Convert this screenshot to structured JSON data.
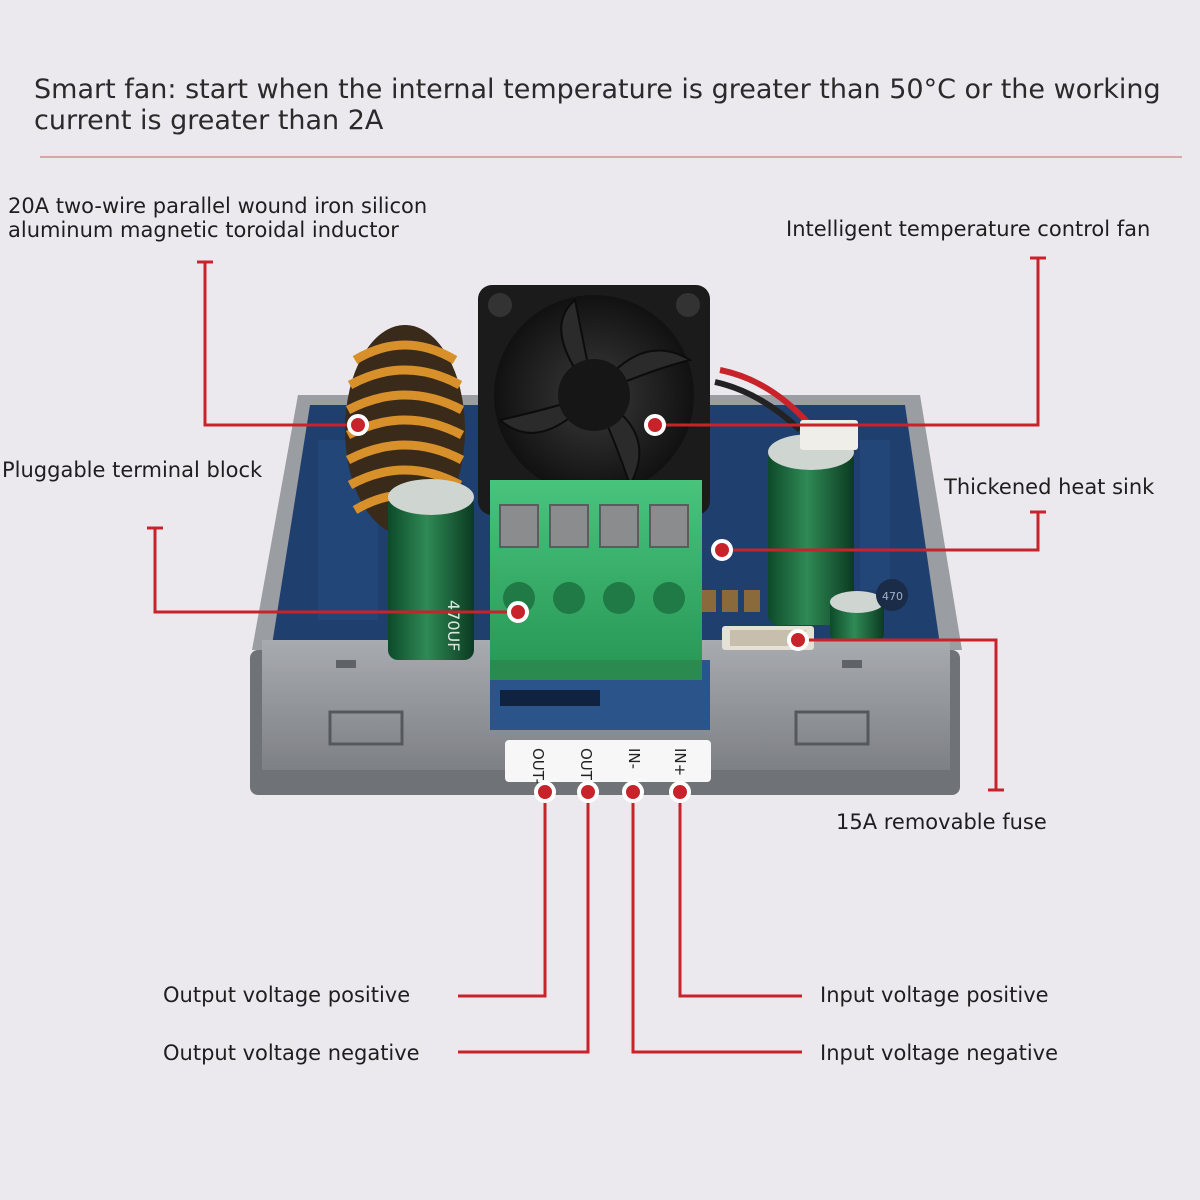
{
  "header": {
    "smart_fan_note": "Smart fan: start when the internal temperature is greater than 50°C or the working current is greater than 2A"
  },
  "callouts": {
    "inductor": "20A two-wire parallel wound iron silicon aluminum magnetic toroidal inductor",
    "fan": "Intelligent temperature control fan",
    "terminal_block": "Pluggable terminal block",
    "heat_sink": "Thickened heat sink",
    "fuse": "15A removable fuse",
    "out_pos": "Output voltage positive",
    "out_neg": "Output voltage negative",
    "in_pos": "Input voltage positive",
    "in_neg": "Input voltage negative"
  },
  "terminal_labels": [
    "OUT-",
    "OUT+",
    "IN-",
    "IN+"
  ],
  "component_markings": {
    "capacitor_left": "470UF",
    "capacitor_small": "470"
  },
  "colors": {
    "callout_line": "#c8232a",
    "pcb": "#1f3f6e",
    "terminal": "#35b36b",
    "case": "#8e9196"
  }
}
